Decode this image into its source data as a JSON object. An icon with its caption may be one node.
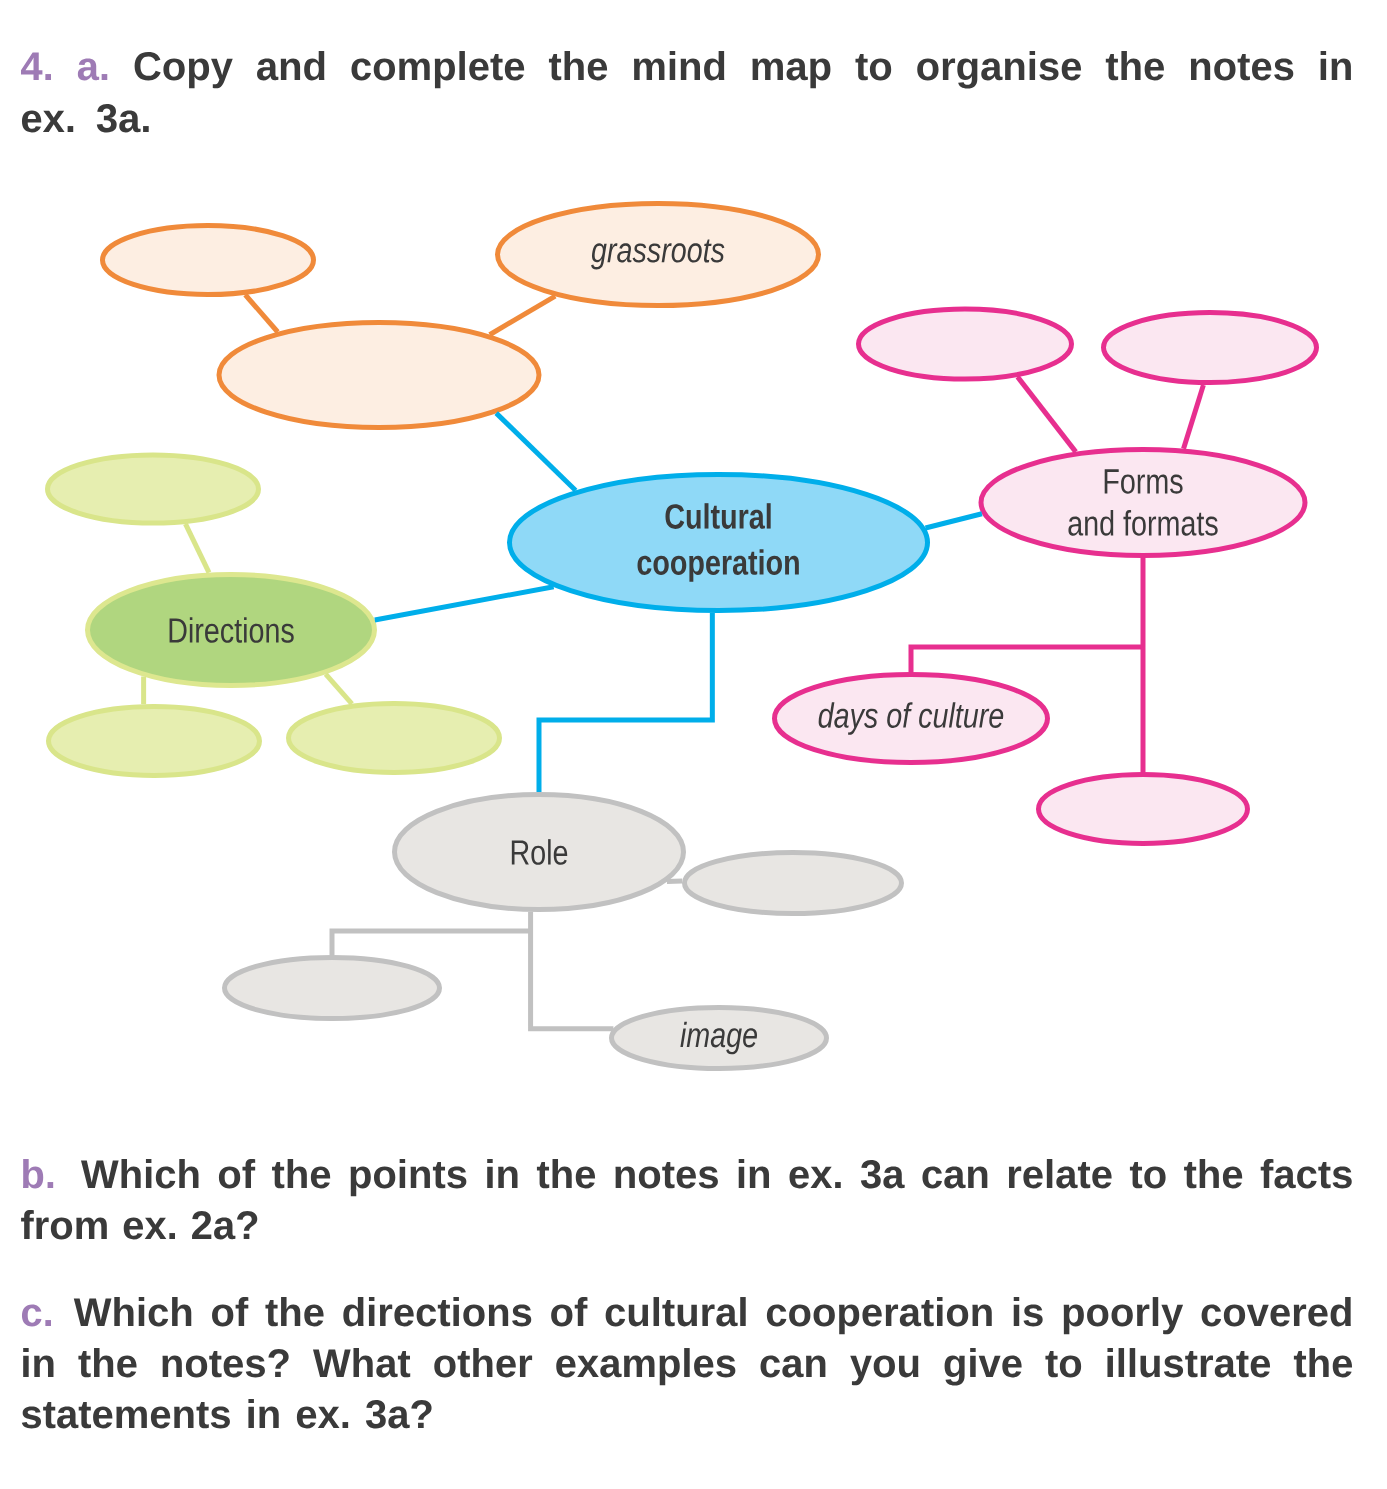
{
  "diagram": {
    "title": "Copy and complete the mind map to organise the notes in ex. 3a.",
    "nodes": [
      {
        "text": [],
        "shape": "ellipse"
      },
      {
        "text": [
          "grassroots"
        ]
      },
      {
        "text": [],
        "shape": "ellipse"
      },
      {
        "text": [],
        "shape": "ellipse"
      },
      {
        "text": [],
        "shape": "ellipse"
      },
      {
        "text": [
          "Forms and formats"
        ]
      },
      {
        "text": [],
        "shape": "ellipse"
      },
      {
        "text": [
          "Cultural cooperation"
        ]
      },
      {
        "text": [
          "Directions"
        ]
      },
      {
        "text": [
          "days of culture"
        ]
      },
      {
        "text": [],
        "shape": "ellipse"
      },
      {
        "text": [],
        "shape": "ellipse"
      },
      {
        "text": [],
        "shape": "ellipse"
      },
      {
        "text": [
          "Role"
        ]
      },
      {
        "text": [],
        "shape": "ellipse"
      },
      {
        "text": [],
        "shape": "ellipse"
      },
      {
        "text": [
          "image"
        ]
      }
    ],
    "edges": [
      {
        "from": 7,
        "to": 2,
        "arrow": "none",
        "color": "#00aeea"
      },
      {
        "from": 7,
        "to": 5,
        "arrow": "none",
        "color": "#00aeea"
      },
      {
        "from": 7,
        "to": 8,
        "arrow": "none",
        "color": "#00aeea"
      },
      {
        "from": 7,
        "to": 13,
        "arrow": "none",
        "color": "#00aeea"
      },
      {
        "from": 2,
        "to": 0,
        "arrow": "none",
        "color": "#f08a3a"
      },
      {
        "from": 2,
        "to": 1,
        "arrow": "none",
        "color": "#f08a3a"
      },
      {
        "from": 5,
        "to": 3,
        "arrow": "none",
        "color": "#e72f8f"
      },
      {
        "from": 5,
        "to": 4,
        "arrow": "none",
        "color": "#e72f8f"
      },
      {
        "from": 5,
        "to": 9,
        "arrow": "none",
        "color": "#e72f8f"
      },
      {
        "from": 5,
        "to": 12,
        "arrow": "none",
        "color": "#e72f8f"
      },
      {
        "from": 8,
        "to": 6,
        "arrow": "none",
        "color": "#d9e58a"
      },
      {
        "from": 8,
        "to": 10,
        "arrow": "none",
        "color": "#d9e58a"
      },
      {
        "from": 8,
        "to": 11,
        "arrow": "none",
        "color": "#d9e58a"
      },
      {
        "from": 13,
        "to": 14,
        "arrow": "none",
        "color": "#c1c1c1"
      },
      {
        "from": 13,
        "to": 15,
        "arrow": "none",
        "color": "#c1c1c1"
      },
      {
        "from": 13,
        "to": 16,
        "arrow": "none",
        "color": "#c1c1c1"
      }
    ],
    "labels": [
      "4.",
      "a.",
      "b.",
      "Which of the points in the notes in ex. 3a can relate to the facts from ex. 2a?",
      "c.",
      "Which of the directions of cultural cooperation is poorly covered in the notes? What other examples can you give to illustrate the statements in ex. 3a?"
    ]
  }
}
